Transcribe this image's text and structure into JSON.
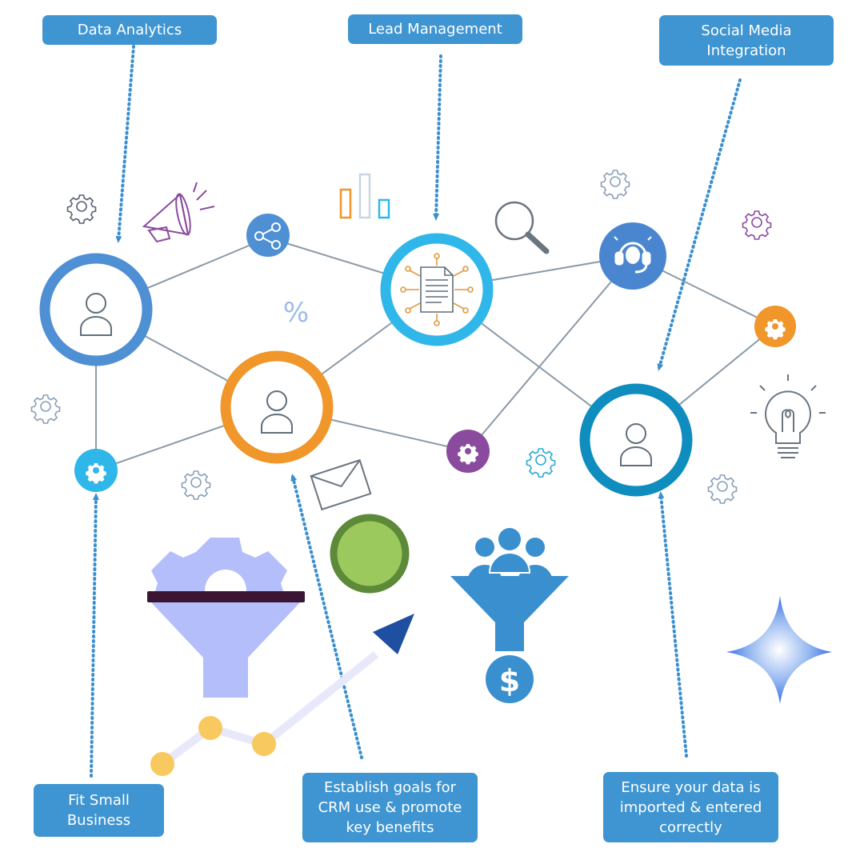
{
  "labels": {
    "data_analytics": "Data Analytics",
    "lead_management": "Lead Management",
    "social_media": [
      "Social Media",
      "Integration"
    ],
    "fit_small_business": [
      "Fit Small",
      "Business"
    ],
    "establish_goals": [
      "Establish goals for",
      "CRM use & promote",
      "key benefits"
    ],
    "ensure_data": [
      "Ensure your data is",
      "imported & entered",
      "correctly"
    ]
  },
  "symbols": {
    "percent": "%",
    "dollar": "$"
  },
  "icons": [
    "gear-icon",
    "megaphone-icon",
    "share-icon",
    "bar-chart-icon",
    "magnifier-icon",
    "headset-icon",
    "lightbulb-icon",
    "envelope-icon",
    "document-network-icon",
    "person-icon",
    "funnel-icon",
    "people-funnel-icon",
    "sparkle-icon"
  ],
  "colors": {
    "label_bg": "#3f95d1",
    "blue_node": "#4f8fd4",
    "cyan_node": "#30b7ea",
    "orange_node": "#f0962a",
    "teal_node": "#0f8dbf",
    "purple_dot": "#8a4b9f",
    "arrow": "#3a8fcf",
    "green_circle": "#9bc95e"
  }
}
